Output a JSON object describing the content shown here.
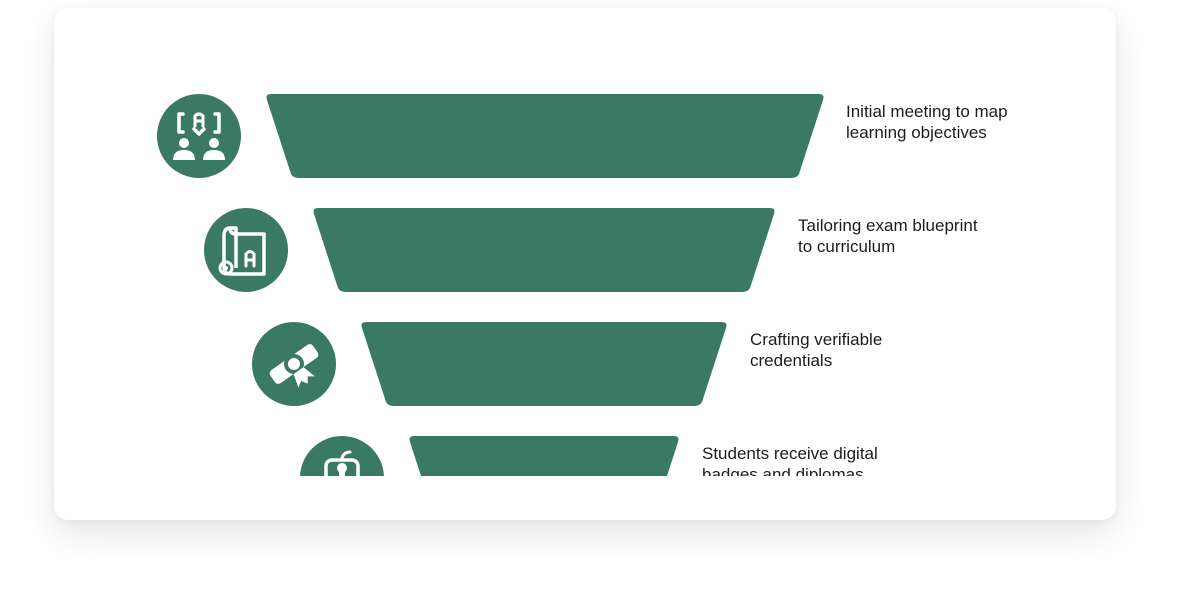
{
  "funnel": {
    "accent_color": "#3a7a64",
    "steps": [
      {
        "icon": "meeting-people-icon",
        "line1": "Initial meeting to map",
        "line2": "learning objectives"
      },
      {
        "icon": "blueprint-scroll-icon",
        "line1": "Tailoring exam blueprint",
        "line2": "to curriculum"
      },
      {
        "icon": "diploma-certificate-icon",
        "line1": "Crafting verifiable",
        "line2": "credentials"
      },
      {
        "icon": "student-badge-icon",
        "line1": "Students receive digital",
        "line2": "badges and diplomas"
      }
    ]
  }
}
